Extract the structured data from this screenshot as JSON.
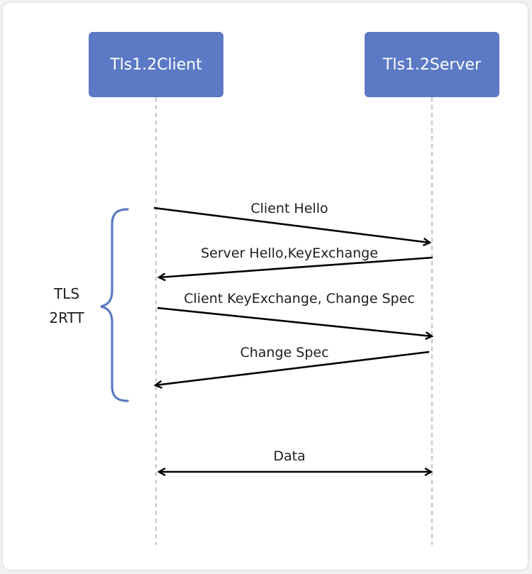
{
  "colors": {
    "participant_fill": "#5b79c4",
    "participant_text": "#ffffff",
    "lifeline": "#c4c4c4",
    "arrow": "#000000",
    "brace": "#5b79c4"
  },
  "participants": {
    "client": "Tls1.2Client",
    "server": "Tls1.2Server"
  },
  "group": {
    "line1": "TLS",
    "line2": "2RTT"
  },
  "messages": [
    {
      "label": "Client Hello",
      "from": "client",
      "to": "server"
    },
    {
      "label": "Server Hello,KeyExchange",
      "from": "server",
      "to": "client"
    },
    {
      "label": "Client KeyExchange, Change Spec",
      "from": "client",
      "to": "server"
    },
    {
      "label": "Change Spec",
      "from": "server",
      "to": "client"
    },
    {
      "label": "Data",
      "from": "client",
      "to": "server",
      "bidirectional": true
    }
  ]
}
